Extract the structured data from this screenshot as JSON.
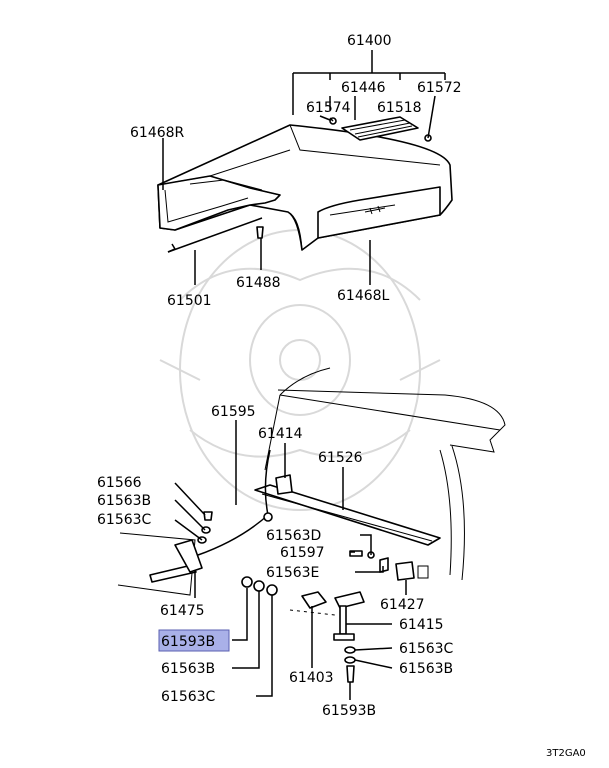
{
  "diagram_code": "3T2GA0",
  "highlight_color": "#a9b0e8",
  "labels": {
    "l61400": "61400",
    "l61446": "61446",
    "l61572": "61572",
    "l61574": "61574",
    "l61518": "61518",
    "l61468R": "61468R",
    "l61488": "61488",
    "l61501": "61501",
    "l61468L": "61468L",
    "l61595": "61595",
    "l61414": "61414",
    "l61526": "61526",
    "l61566": "61566",
    "l61563B_a": "61563B",
    "l61563C_a": "61563C",
    "l61563D": "61563D",
    "l61597": "61597",
    "l61563E": "61563E",
    "l61475": "61475",
    "l61427": "61427",
    "l61593B_a": "61593B",
    "l61415": "61415",
    "l61563C_b": "61563C",
    "l61563B_b": "61563B",
    "l61563B_c": "61563B",
    "l61403": "61403",
    "l61563C_c": "61563C",
    "l61593B_b": "61593B"
  }
}
